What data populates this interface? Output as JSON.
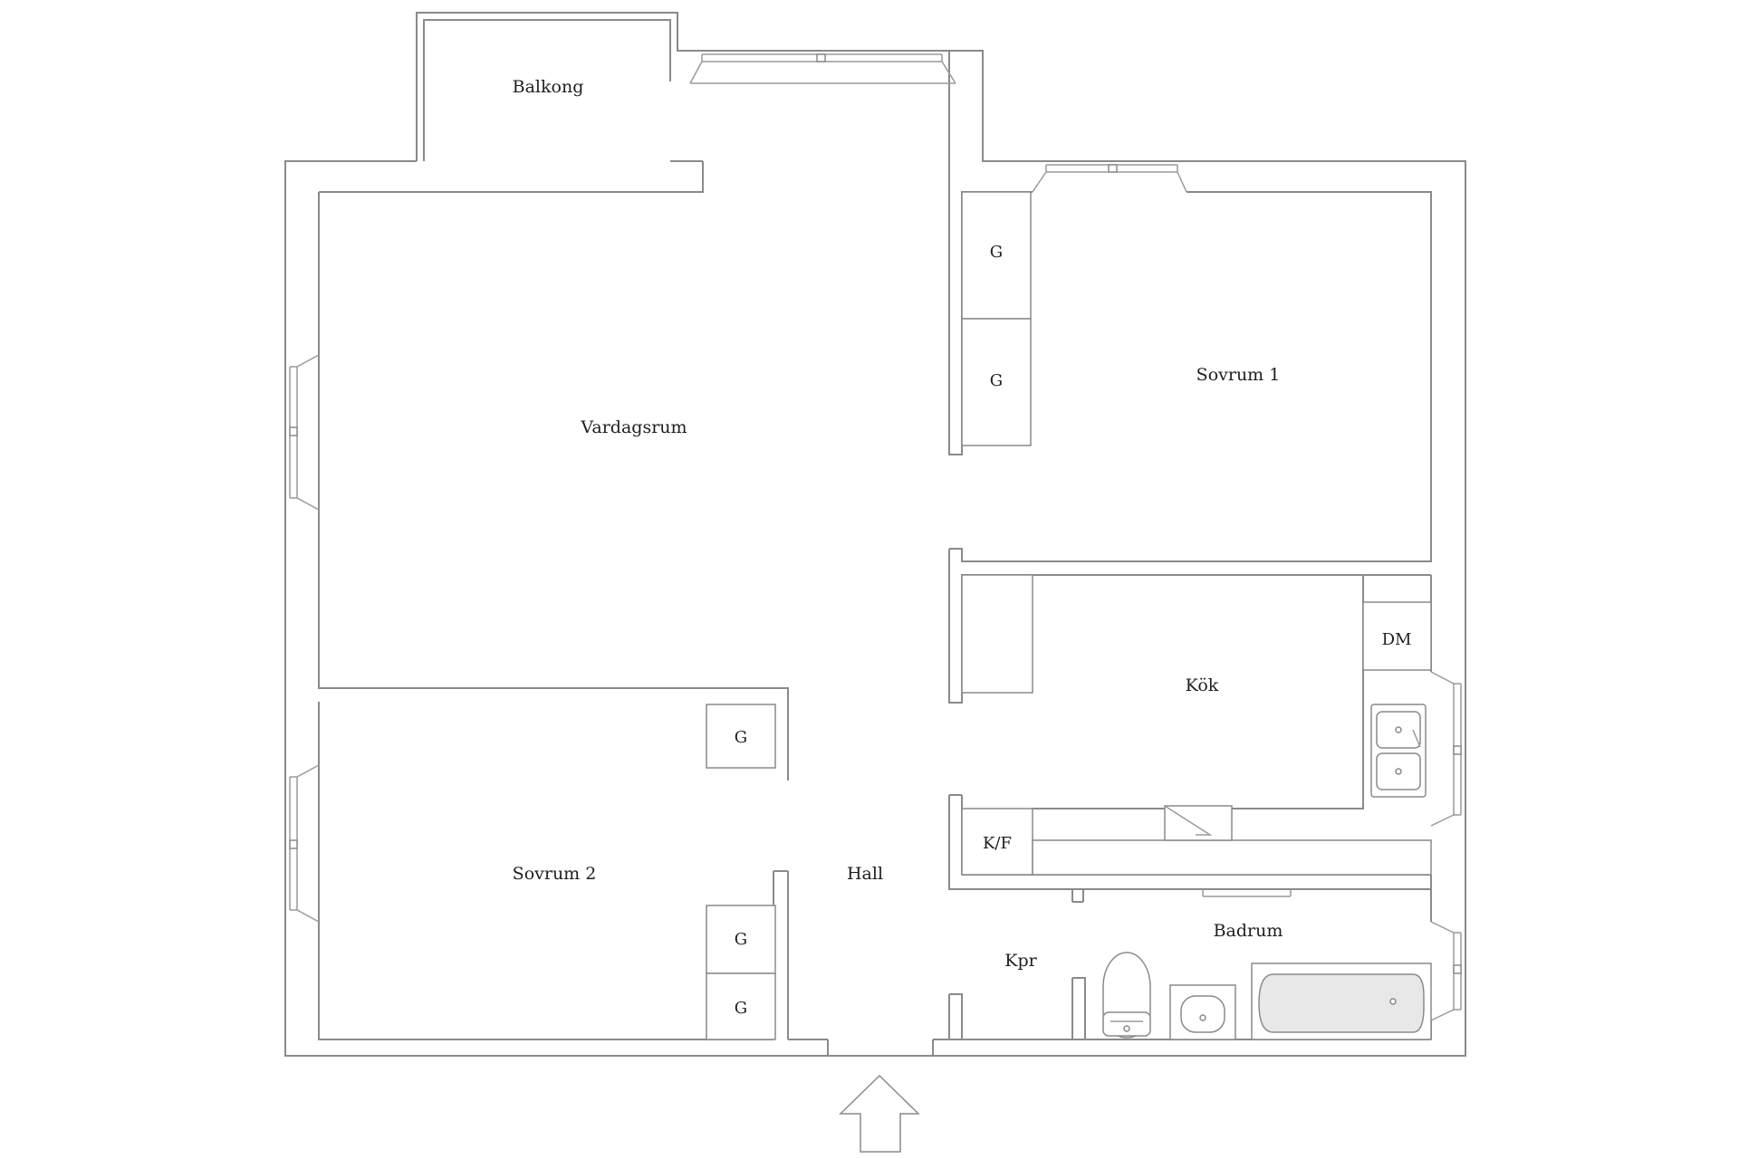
{
  "rooms": {
    "balcony": "Balkong",
    "living_room": "Vardagsrum",
    "bedroom_1": "Sovrum 1",
    "bedroom_2": "Sovrum 2",
    "kitchen": "Kök",
    "hall": "Hall",
    "bathroom": "Badrum",
    "closet": "Kpr"
  },
  "fixtures": {
    "wardrobe": "G",
    "dishwasher": "DM",
    "fridge_freezer": "K/F"
  },
  "icons": {
    "entrance": "entrance-arrow-icon",
    "sink": "double-sink-icon",
    "toilet": "toilet-icon",
    "washbasin": "washbasin-icon",
    "bathtub": "bathtub-icon",
    "stove": "stove-icon"
  },
  "colors": {
    "wall": "#8a8a8a",
    "background": "#ffffff",
    "text": "#1e1e1e"
  }
}
